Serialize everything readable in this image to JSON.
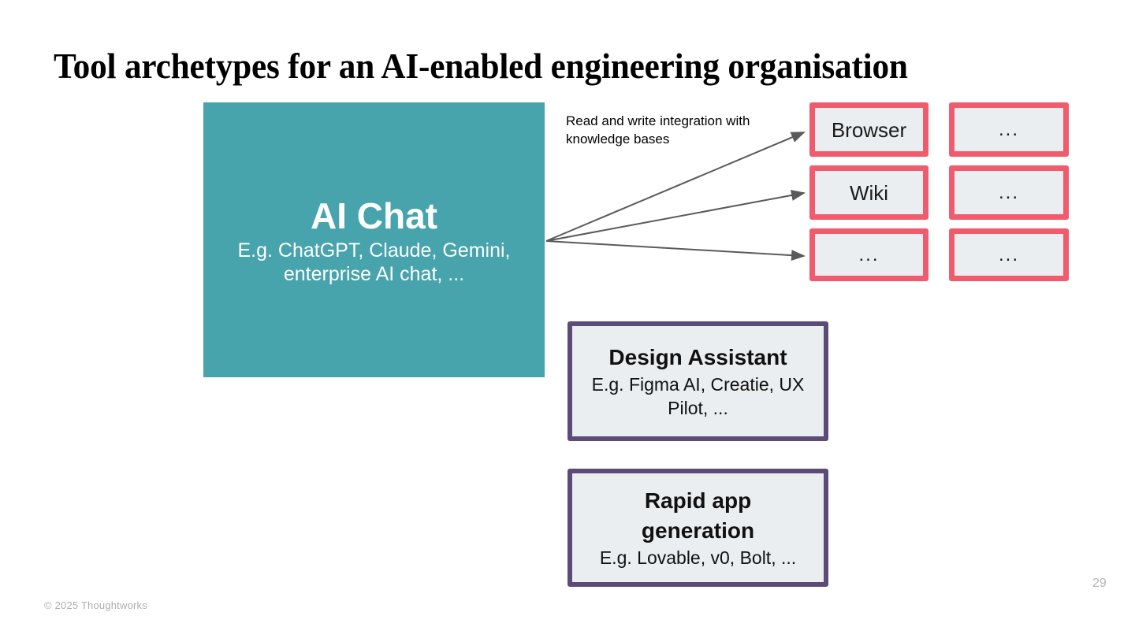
{
  "slide": {
    "title": "Tool archetypes for an AI-enabled engineering organisation",
    "page_number": "29",
    "copyright": "© 2025 Thoughtworks",
    "colors": {
      "teal": "#47A3AC",
      "pink": "#F05C6E",
      "purple": "#5C4A77",
      "box_fill": "#EAEEF1",
      "arrow": "#5a5a5a",
      "background": "#FFFFFF"
    }
  },
  "main_box": {
    "title": "AI Chat",
    "subtitle": "E.g. ChatGPT, Claude, Gemini, enterprise AI chat, ..."
  },
  "connector": {
    "label": "Read and write integration with knowledge bases",
    "arrow_count": 3
  },
  "integration_boxes": [
    {
      "label": "Browser"
    },
    {
      "label": "..."
    },
    {
      "label": "Wiki"
    },
    {
      "label": "..."
    },
    {
      "label": "..."
    },
    {
      "label": "..."
    }
  ],
  "archetype_boxes": [
    {
      "title": "Design Assistant",
      "subtitle": "E.g. Figma AI, Creatie, UX Pilot, ..."
    },
    {
      "title": "Rapid app generation",
      "subtitle": "E.g. Lovable, v0, Bolt, ..."
    }
  ]
}
